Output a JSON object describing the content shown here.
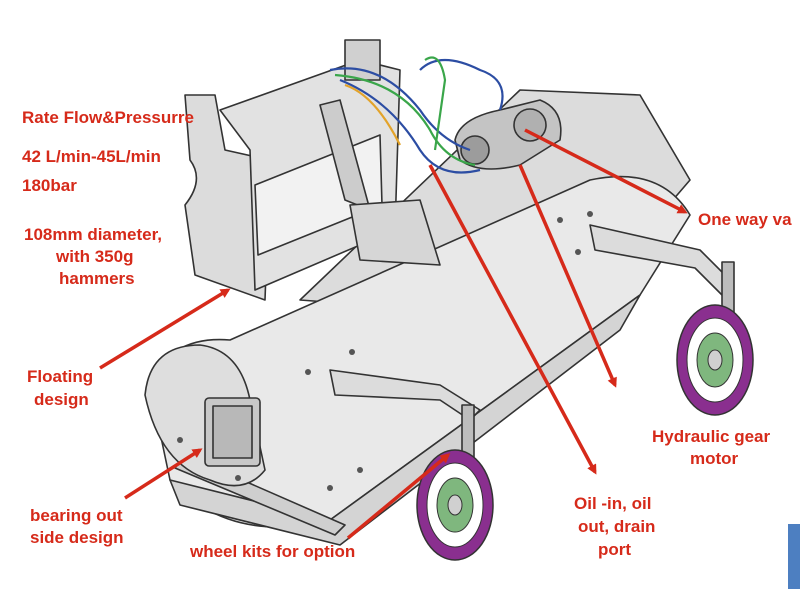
{
  "labels": {
    "rate_flow": "Rate Flow&Pressurre",
    "flow_range": "42 L/min-45L/min",
    "pressure": "180bar",
    "diameter_line1": "108mm diameter,",
    "diameter_line2": "with 350g",
    "diameter_line3": "hammers",
    "floating_line1": "Floating",
    "floating_line2": "design",
    "bearing_line1": "bearing out",
    "bearing_line2": "side design",
    "wheel_kits": "wheel kits for option",
    "oil_line1": "Oil -in, oil",
    "oil_line2": "out, drain",
    "oil_line3": "port",
    "hydraulic_line1": "Hydraulic gear",
    "hydraulic_line2": "motor",
    "one_way_valve": "One way va"
  },
  "colors": {
    "annotation": "#d62a1a",
    "machine_fill": "#e6e6e6",
    "machine_stroke": "#333333",
    "wheel_tire": "#8a2f8f",
    "wheel_hub": "#7fb77e",
    "hose_blue": "#2c4da3",
    "hose_green": "#3aa64a",
    "corner_tab": "#4d7fc1"
  }
}
